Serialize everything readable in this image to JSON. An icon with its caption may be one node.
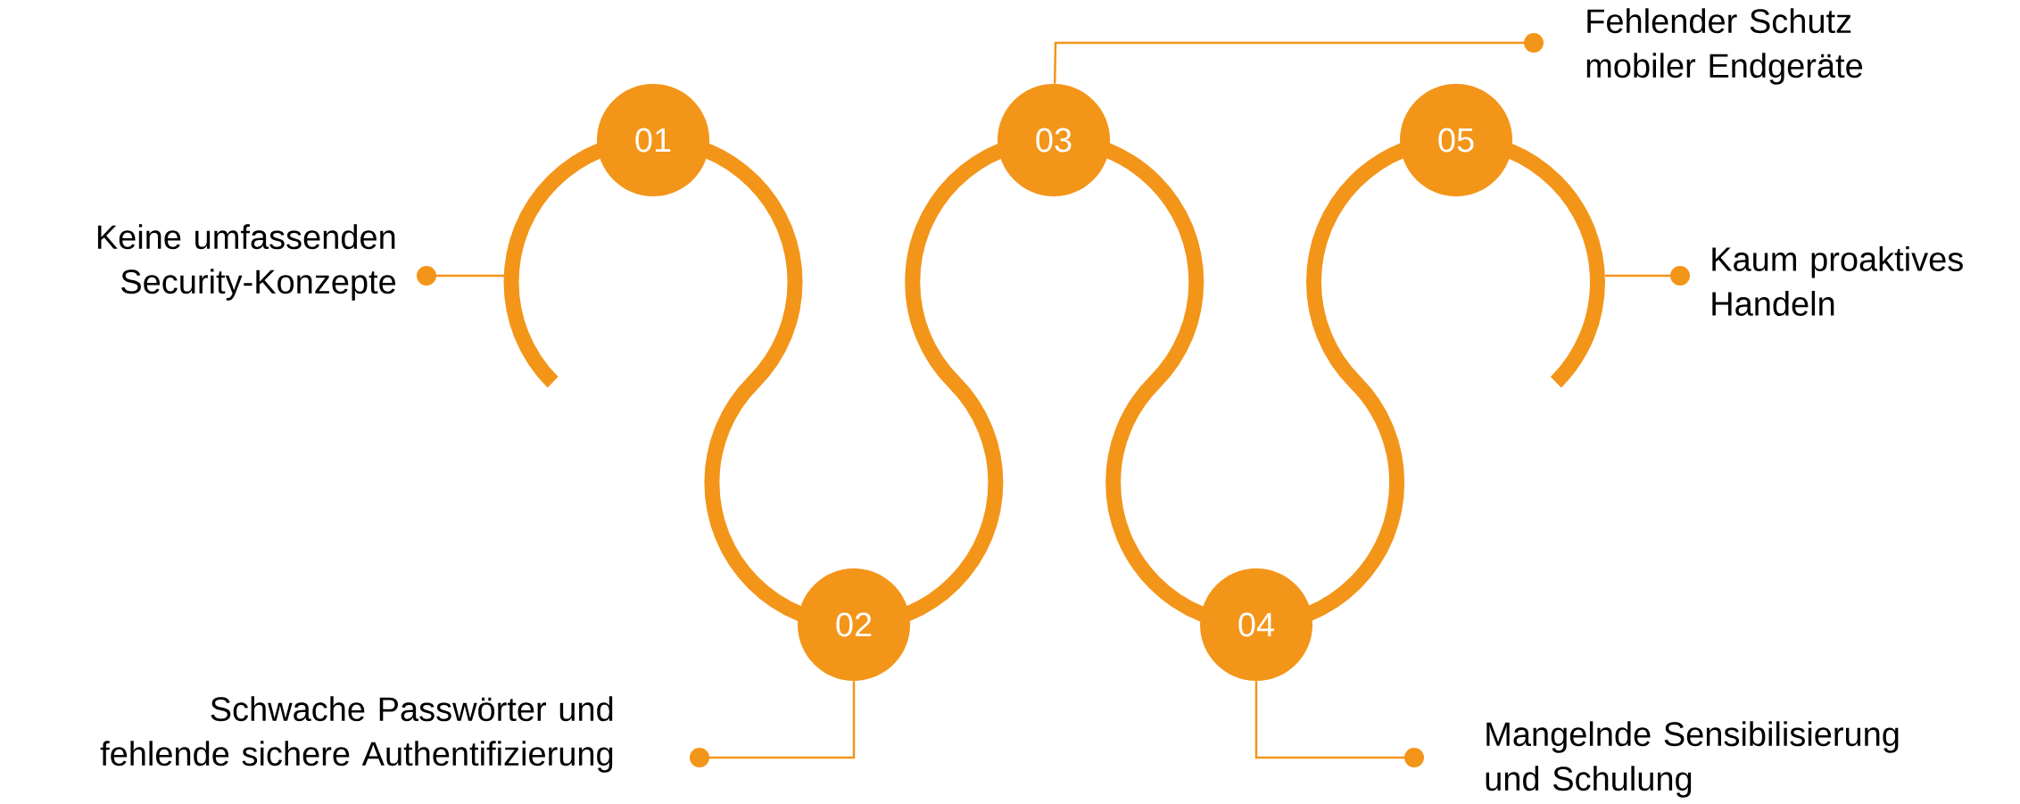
{
  "diagram": {
    "nodes": [
      {
        "text": [
          "01"
        ]
      },
      {
        "text": [
          "02"
        ]
      },
      {
        "text": [
          "03"
        ]
      },
      {
        "text": [
          "04"
        ]
      },
      {
        "text": [
          "05"
        ]
      },
      {
        "text": [
          "Keine umfassenden Security-Konzepte"
        ]
      },
      {
        "text": [
          "Schwache Passwörter und fehlende sichere Authentifizierung"
        ]
      },
      {
        "text": [
          "Fehlender Schutz mobiler Endgeräte"
        ]
      },
      {
        "text": [
          "Mangelnde Sensibilisierung und Schulung"
        ]
      },
      {
        "text": [
          "Kaum proaktives Handeln"
        ]
      }
    ],
    "edges": [
      {
        "from": 5,
        "to": null,
        "arrow": "other"
      },
      {
        "from": 6,
        "to": 1,
        "arrow": "other"
      },
      {
        "from": 7,
        "to": 2,
        "arrow": "other"
      },
      {
        "from": 8,
        "to": 3,
        "arrow": "other"
      },
      {
        "from": 9,
        "to": null,
        "arrow": "other"
      }
    ]
  }
}
